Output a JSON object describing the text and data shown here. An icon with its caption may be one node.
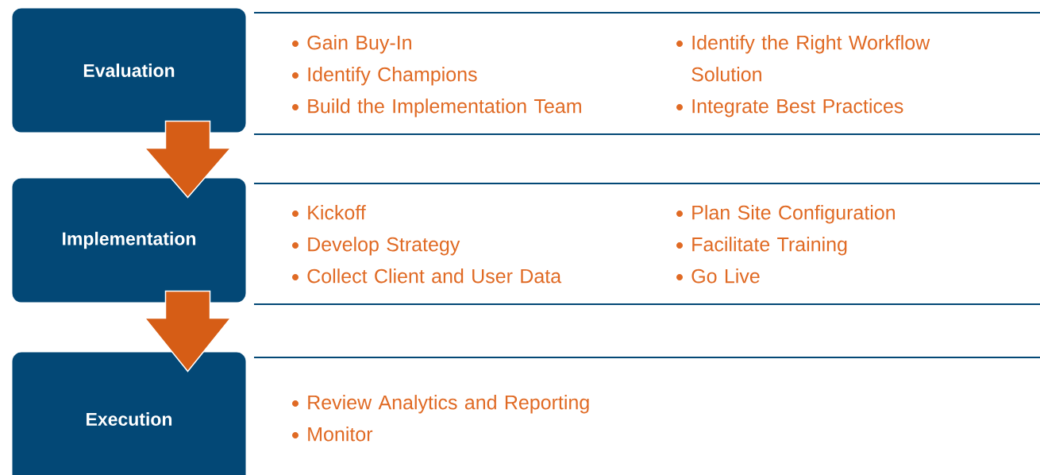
{
  "diagram": {
    "nodes": [
      {
        "text": [
          "Evaluation"
        ]
      },
      {
        "text": [
          "Implementation"
        ]
      },
      {
        "text": [
          "Execution"
        ]
      }
    ],
    "edges": [
      {
        "from": 0,
        "to": 1,
        "arrow": "to"
      },
      {
        "from": 1,
        "to": 2,
        "arrow": "to"
      }
    ],
    "labels": [
      "Gain Buy-In",
      "Identify Champions",
      "Build the Implementation Team",
      "Identify the Right Workflow Solution",
      "Integrate Best Practices",
      "Kickoff",
      "Develop Strategy",
      "Collect Client and User Data",
      "Plan Site Configuration",
      "Facilitate Training",
      "Go Live",
      "Review Analytics and Reporting",
      "Monitor"
    ]
  }
}
